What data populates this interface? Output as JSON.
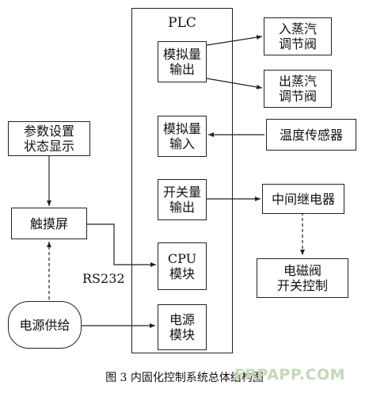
{
  "plc": {
    "title": "PLC"
  },
  "modules": {
    "analog_out": "模拟量\n输出",
    "analog_in": "模拟量\n输入",
    "switch_out": "开关量\n输出",
    "cpu": "CPU\n模块",
    "power": "电源\n模块"
  },
  "devices": {
    "steam_in_valve": "入蒸汽\n调节阀",
    "steam_out_valve": "出蒸汽\n调节阀",
    "temp_sensor": "温度传感器",
    "relay": "中间继电器",
    "solenoid": "电磁阀\n开关控制"
  },
  "left": {
    "params": "参数设置\n状态显示",
    "touchscreen": "触摸屏",
    "power_supply": "电源供给",
    "rs232": "RS232"
  },
  "caption": "图 3    内固化控制系统总体结构图",
  "watermark": "FRPAPP.COM",
  "colors": {
    "line": "#222222",
    "watermark": "#c4d8b8"
  }
}
